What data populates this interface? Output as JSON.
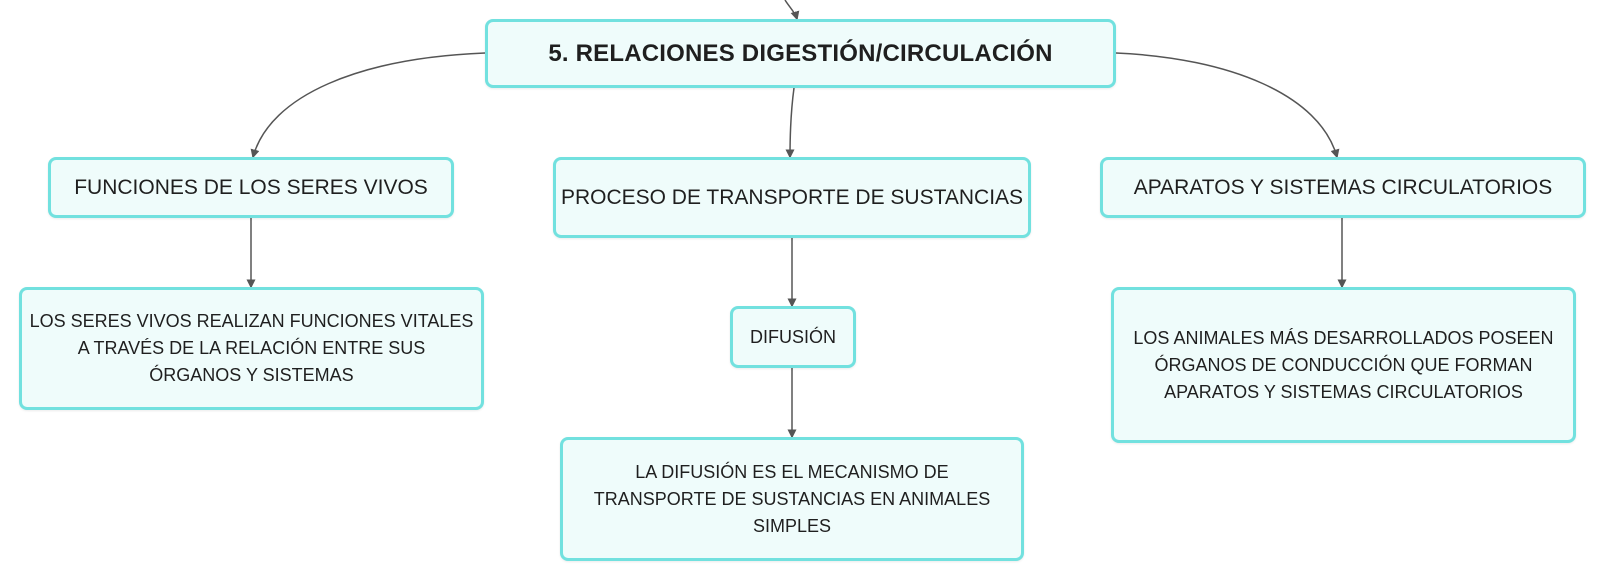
{
  "diagram": {
    "root": {
      "label": "5. RELACIONES DIGESTIÓN/CIRCULACIÓN"
    },
    "nodes": {
      "funciones": {
        "label": "FUNCIONES DE LOS SERES VIVOS"
      },
      "proceso": {
        "label": "PROCESO DE TRANSPORTE DE SUSTANCIAS"
      },
      "aparatos": {
        "label": "APARATOS Y SISTEMAS CIRCULATORIOS"
      },
      "seres_vivos_detail": {
        "lines": [
          "LOS SERES VIVOS REALIZAN FUNCIONES VITALES",
          "A TRAVÉS DE LA RELACIÓN ENTRE SUS",
          "ÓRGANOS Y SISTEMAS"
        ]
      },
      "difusion": {
        "label": "DIFUSIÓN"
      },
      "difusion_detail": {
        "lines": [
          "LA DIFUSIÓN ES EL MECANISMO DE",
          "TRANSPORTE DE SUSTANCIAS EN ANIMALES",
          "SIMPLES"
        ]
      },
      "animales_detail": {
        "lines": [
          "LOS ANIMALES MÁS DESARROLLADOS POSEEN",
          "ÓRGANOS DE CONDUCCIÓN QUE FORMAN",
          "APARATOS Y SISTEMAS CIRCULATORIOS"
        ]
      }
    },
    "colors": {
      "node_fill": "#effcfb",
      "node_border": "#72e1df",
      "connector": "#555555",
      "text": "#1f1f1f"
    }
  }
}
